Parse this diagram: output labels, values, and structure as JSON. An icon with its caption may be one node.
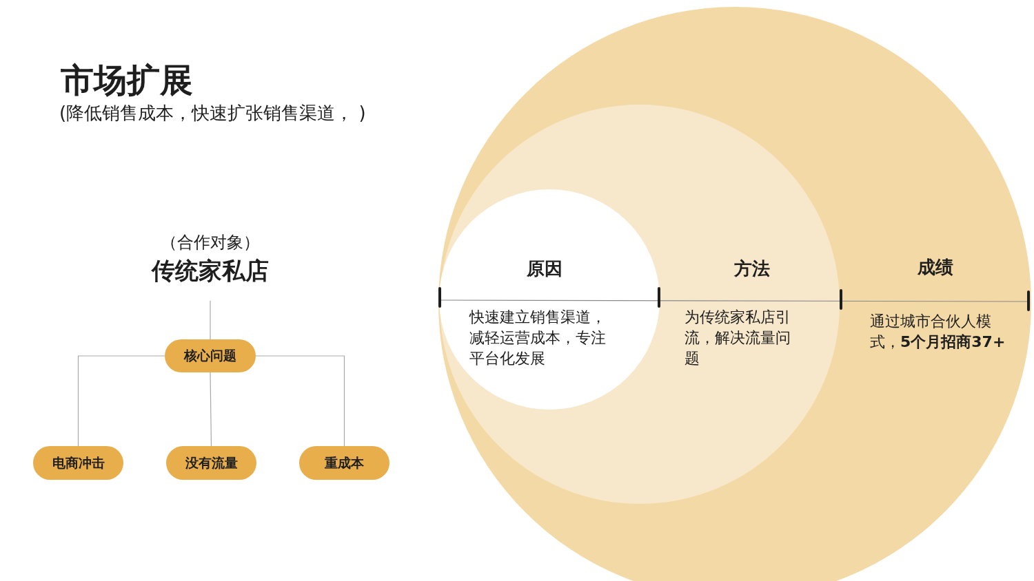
{
  "diagram": {
    "title": "市场扩展",
    "nodes": [
      {
        "text": [
          "（合作对象）",
          "传统家私店"
        ]
      },
      {
        "text": [
          "核心问题"
        ]
      },
      {
        "text": [
          "电商冲击"
        ]
      },
      {
        "text": [
          "没有流量"
        ]
      },
      {
        "text": [
          "重成本"
        ]
      },
      {
        "text": [
          "成绩",
          "通过城市合伙人模式，**5个月招商37+**"
        ]
      },
      {
        "text": [
          "方法",
          "为传统家私店引流，解决流量问题"
        ],
        "in": 5
      },
      {
        "text": [
          "原因",
          "快速建立销售渠道，减轻运营成本，专注平台化发展"
        ],
        "in": 6
      }
    ],
    "edges": [
      {
        "from": 0,
        "to": 1,
        "arrow": "none"
      },
      {
        "from": 1,
        "to": 2,
        "arrow": "none"
      },
      {
        "from": 1,
        "to": 3,
        "arrow": "none"
      },
      {
        "from": 1,
        "to": 4,
        "arrow": "none"
      }
    ],
    "labels": [
      "(降低销售成本，快速扩张销售渠道， )"
    ]
  }
}
